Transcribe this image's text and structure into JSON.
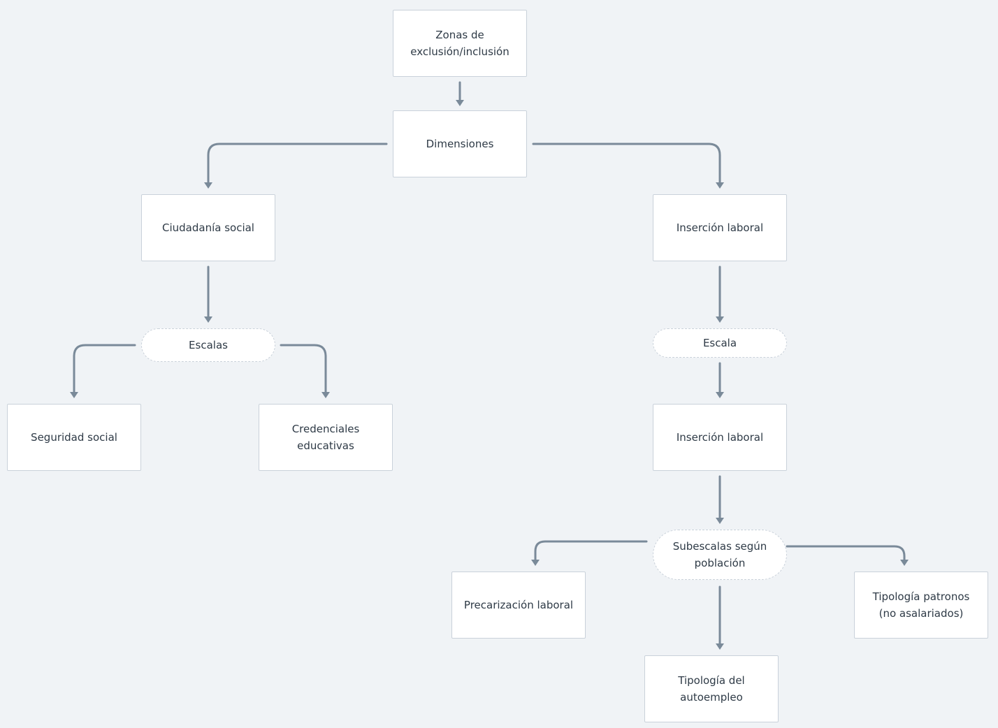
{
  "nodes": {
    "zonas": "Zonas de\nexclusión/inclusión",
    "dimensiones": "Dimensiones",
    "ciudadania": "Ciudadanía social",
    "insercion_top": "Inserción laboral",
    "escalas": "Escalas",
    "escala": "Escala",
    "seguridad": "Seguridad social",
    "credenciales": "Credenciales\neducativas",
    "insercion_mid": "Inserción laboral",
    "subescalas": "Subescalas según\npoblación",
    "precarizacion": "Precarización laboral",
    "tipologia_patronos": "Tipología patronos\n(no asalariados)",
    "tipologia_autoempleo": "Tipología del\nautoempleo"
  },
  "colors": {
    "background": "#f0f3f6",
    "node_fill": "#ffffff",
    "node_border": "#c9d1da",
    "edge": "#7a8a99",
    "text": "#2e3a46"
  }
}
